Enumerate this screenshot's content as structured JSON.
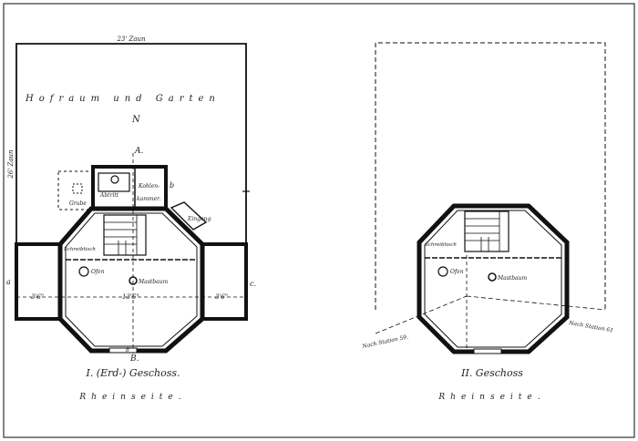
{
  "plan_left": {
    "fence_top": "23' Zaun",
    "fence_side": "26' Zaun",
    "yard": "Hofraum und Garten",
    "north": "N",
    "section_a": "A.",
    "section_b": "b",
    "section_c": "c.",
    "section_a_side": "a",
    "section_bb": "B.",
    "abtritt": "Abtritt",
    "kohlen": "Kohlen-",
    "kammer": "kammer.",
    "grube": "Grube",
    "eingang": "Eingang",
    "schreibtisch": "Schreibtisch",
    "ofen": "Ofen",
    "mastbaum": "Mastbaum",
    "dim_left": "3'6\"",
    "dim_mid": "13'6\"",
    "dim_right": "3'6\"",
    "dim_bottom": "8'",
    "title": "I. (Erd-) Geschoss.",
    "side": "Rheinseite."
  },
  "plan_right": {
    "schreibtisch": "Schreibtisch",
    "ofen": "Ofen",
    "mastbaum": "Mastbaum",
    "station_left": "Nach Station 59.",
    "station_right": "Nach Station 61",
    "title": "II. Geschoss",
    "side": "Rheinseite."
  }
}
